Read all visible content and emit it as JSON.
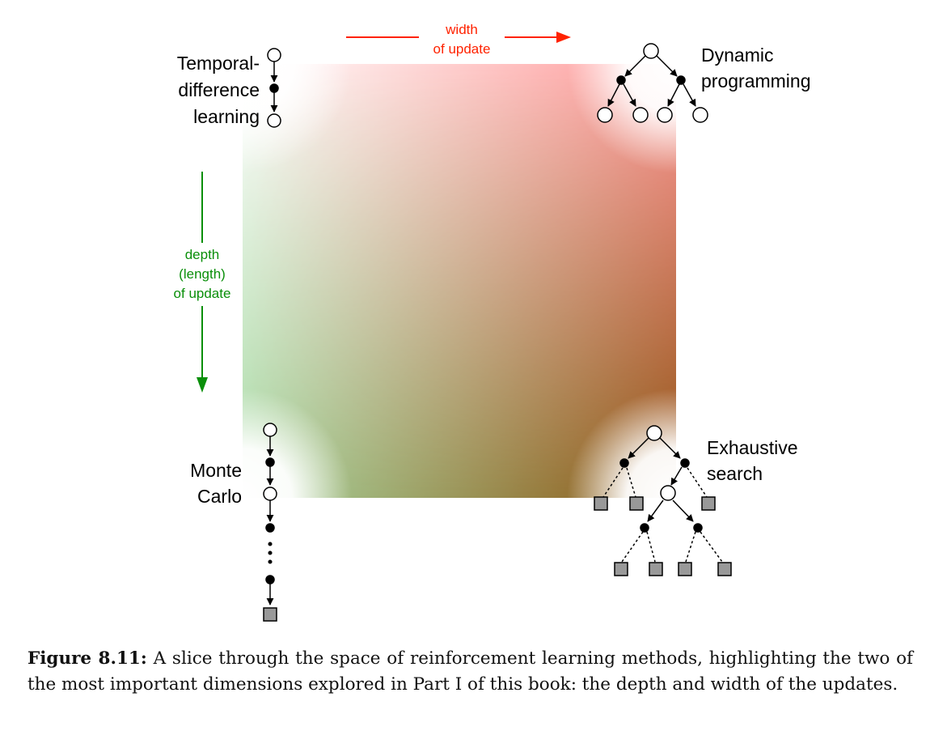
{
  "width_arrow": {
    "line1": "width",
    "line2": "of update",
    "color": "#ff2200"
  },
  "depth_arrow": {
    "line1": "depth",
    "line2": "(length)",
    "line3": "of update",
    "color": "#0a8f0a"
  },
  "corners": {
    "td": {
      "line1": "Temporal-",
      "line2": "difference",
      "line3": "learning"
    },
    "dp": {
      "line1": "Dynamic",
      "line2": "programming"
    },
    "mc": {
      "line1": "Monte",
      "line2": "Carlo"
    },
    "es": {
      "line1": "Exhaustive",
      "line2": "search"
    }
  },
  "colors": {
    "top_left": "#eee6db",
    "top_right": "#ff9f9f",
    "bottom_left": "#a6d8a1",
    "bottom_right": "#8f5311"
  },
  "caption": {
    "label": "Figure 8.11:",
    "text": "A slice through the space of reinforcement learning methods, highlighting the two of the most important dimensions explored in Part I of this book: the depth and width of the updates."
  }
}
